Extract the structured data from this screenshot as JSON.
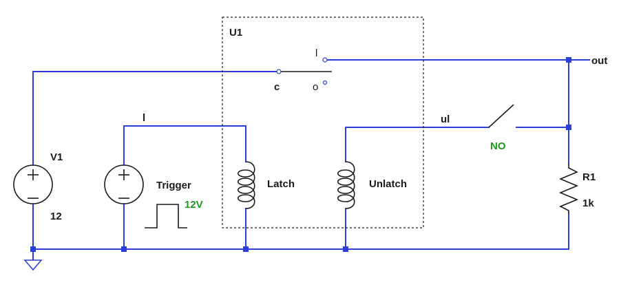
{
  "labels": {
    "u1": "U1",
    "pin_l": "l",
    "pin_c": "c",
    "pin_o": "o",
    "net_out": "out",
    "net_ul": "ul",
    "net_l": "l",
    "v1_name": "V1",
    "v1_value": "12",
    "trigger_name": "Trigger",
    "trigger_value": "12V",
    "latch": "Latch",
    "unlatch": "Unlatch",
    "switch_type": "NO",
    "r1_name": "R1",
    "r1_value": "1k"
  },
  "colors": {
    "wire": "#2b3fd6",
    "component": "#1a1a1a",
    "green_text": "#1a9a1a"
  }
}
